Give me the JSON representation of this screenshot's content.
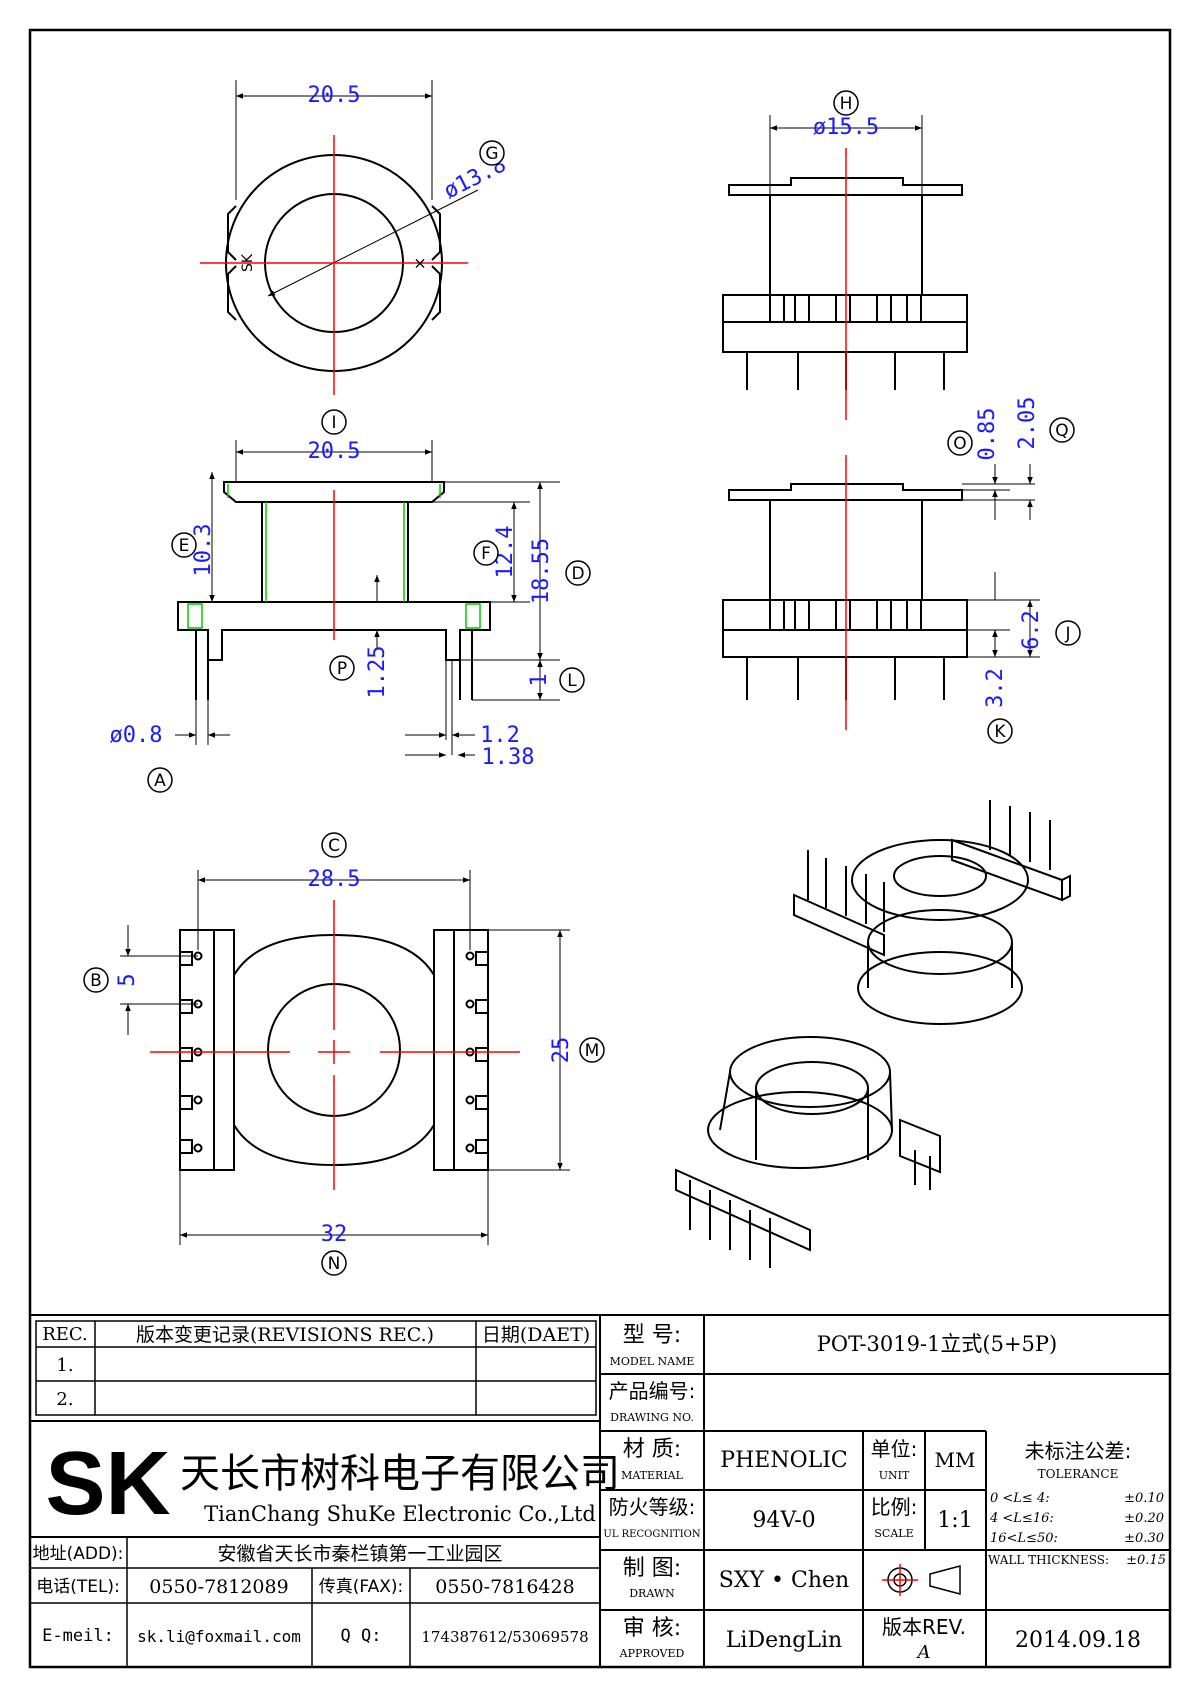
{
  "drawing": {
    "dims": {
      "top_width": "20.5",
      "g_dia": "ø13.8",
      "h_dia": "ø15.5",
      "i_width": "20.5",
      "e_height": "10.3",
      "f_height": "12.4",
      "d_height": "18.55",
      "o_val": "0.85",
      "q_val": "2.05",
      "p_val": "1.25",
      "l_val": "1",
      "pin_dia": "ø0.8",
      "w12": "1.2",
      "w138": "1.38",
      "j_val": "6.2",
      "k_val": "3.2",
      "c_width": "28.5",
      "b_pitch": "5",
      "m_height": "25",
      "n_width": "32"
    },
    "labels": {
      "A": "A",
      "B": "B",
      "C": "C",
      "D": "D",
      "E": "E",
      "F": "F",
      "G": "G",
      "H": "H",
      "I": "I",
      "J": "J",
      "K": "K",
      "L": "L",
      "M": "M",
      "N": "N",
      "O": "O",
      "P": "P",
      "Q": "Q"
    },
    "sk_mark": "SK",
    "x_mark": "×"
  },
  "title_block": {
    "rev_header": "REC.",
    "rev_desc_header": "版本变更记录(REVISIONS REC.)",
    "rev_date_header": "日期(DAET)",
    "rev_rows": [
      "1.",
      "2."
    ],
    "company_logo": "SK",
    "company_cn": "天长市树科电子有限公司",
    "company_en": "TianChang ShuKe Electronic Co.,Ltd",
    "addr_label": "地址(ADD):",
    "addr_value": "安徽省天长市秦栏镇第一工业园区",
    "tel_label": "电话(TEL):",
    "tel_value": "0550-7812089",
    "fax_label": "传真(FAX):",
    "fax_value": "0550-7816428",
    "email_label": "E-meil:",
    "email_value": "sk.li@foxmail.com",
    "qq_label": "Q  Q:",
    "qq_value": "174387612/53069578",
    "model_label_cn": "型   号:",
    "model_label_en": "MODEL NAME",
    "model_value": "POT-3019-1立式(5+5P)",
    "drawing_no_cn": "产品编号:",
    "drawing_no_en": "DRAWING NO.",
    "drawing_no_value": "",
    "material_cn": "材   质:",
    "material_en": "MATERIAL",
    "material_value": "PHENOLIC",
    "unit_cn": "单位:",
    "unit_en": "UNIT",
    "unit_value": "MM",
    "tolerance_cn": "未标注公差:",
    "tolerance_en": "TOLERANCE",
    "tol_rows": [
      {
        "range": "0  <L≤ 4:",
        "val": "±0.10"
      },
      {
        "range": "4  <L≤16:",
        "val": "±0.20"
      },
      {
        "range": "16<L≤50:",
        "val": "±0.30"
      }
    ],
    "wall_label": "WALL THICKNESS:",
    "wall_val": "±0.15",
    "ul_cn": "防火等级:",
    "ul_en": "UL RECOGNITION",
    "ul_value": "94V-0",
    "scale_cn": "比例:",
    "scale_en": "SCALE",
    "scale_value": "1:1",
    "drawn_cn": "制   图:",
    "drawn_en": "DRAWN",
    "drawn_value": "SXY • Chen",
    "approved_cn": "审   核:",
    "approved_en": "APPROVED",
    "approved_value": "LiDengLin",
    "rev_cn": "版本REV.",
    "rev_value": "A",
    "date_value": "2014.09.18"
  }
}
